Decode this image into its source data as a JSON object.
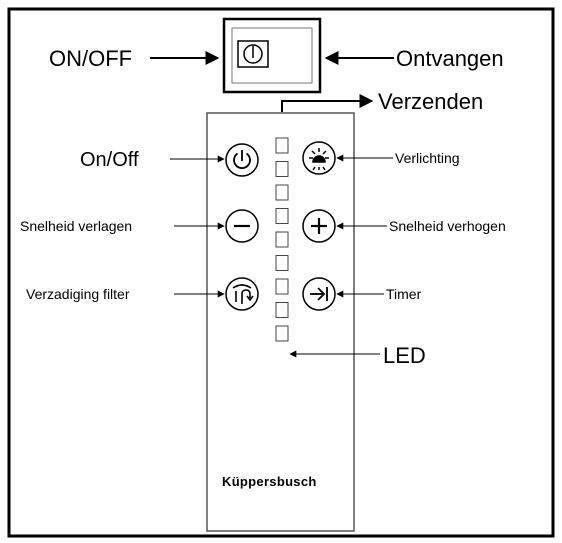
{
  "diagram": {
    "labels": {
      "onoff_top": "ON/OFF",
      "ontvangen": "Ontvangen",
      "verzenden": "Verzenden",
      "onoff": "On/Off",
      "verlichting": "Verlichting",
      "snelheid_verlagen": "Snelheid verlagen",
      "snelheid_verhogen": "Snelheid verhogen",
      "verzadiging_filter": "Verzadiging filter",
      "timer": "Timer",
      "led": "LED"
    },
    "brand": "Küppersbusch",
    "led_count": 9
  },
  "colors": {
    "stroke": "#000000",
    "background": "#ffffff"
  }
}
